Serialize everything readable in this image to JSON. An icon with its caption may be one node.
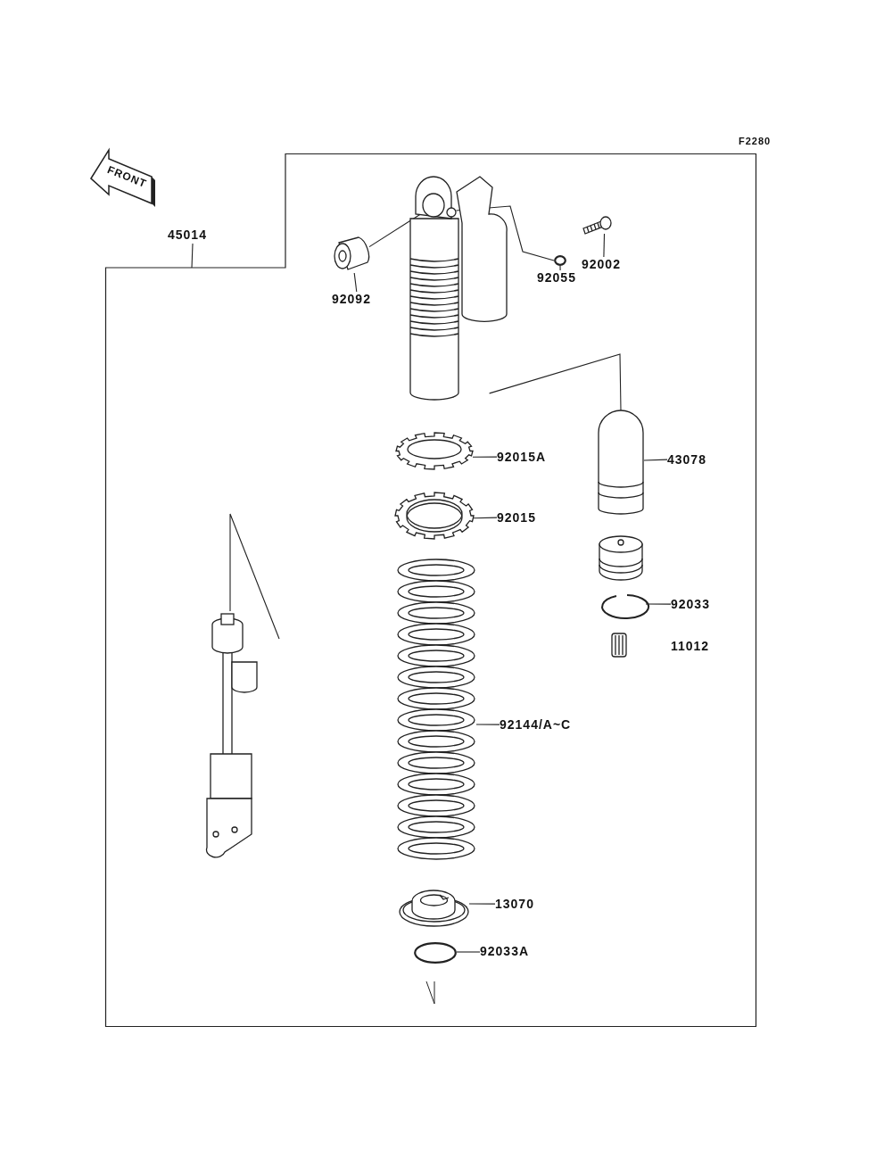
{
  "diagram": {
    "nodes": [
      {
        "text": [
          "45014"
        ]
      },
      {
        "text": [],
        "shape": "box"
      },
      {
        "text": [
          "92092"
        ],
        "in": 1
      },
      {
        "text": [],
        "shape": "picture",
        "in": 1
      },
      {
        "text": [
          "92055"
        ],
        "in": 1
      },
      {
        "text": [],
        "shape": "circle",
        "in": 1
      },
      {
        "text": [
          "92002"
        ],
        "in": 1
      },
      {
        "text": [],
        "shape": "picture",
        "in": 1
      },
      {
        "text": [],
        "shape": "picture",
        "in": 1
      },
      {
        "text": [
          "92015A"
        ],
        "in": 1
      },
      {
        "text": [],
        "shape": "picture",
        "in": 1
      },
      {
        "text": [
          "43078"
        ],
        "in": 1
      },
      {
        "text": [],
        "shape": "picture",
        "in": 1
      },
      {
        "text": [
          "92015"
        ],
        "in": 1
      },
      {
        "text": [],
        "shape": "picture",
        "in": 1
      },
      {
        "text": [
          "92033"
        ],
        "in": 1
      },
      {
        "text": [],
        "shape": "picture",
        "in": 1
      },
      {
        "text": [
          "92144/A~C"
        ],
        "in": 1
      },
      {
        "text": [],
        "shape": "picture",
        "in": 1
      },
      {
        "text": [
          "13070"
        ],
        "in": 1
      },
      {
        "text": [],
        "shape": "circle",
        "in": 1
      },
      {
        "text": [
          "92033A"
        ],
        "in": 1
      },
      {
        "text": [],
        "shape": "picture",
        "in": 1
      },
      {
        "text": [],
        "shape": "picture",
        "in": 1
      }
    ],
    "edges": [
      {
        "from": 0,
        "to": 1,
        "arrow": "none"
      },
      {
        "from": 2,
        "to": 3,
        "arrow": "none"
      },
      {
        "from": 4,
        "to": 5,
        "arrow": "none"
      },
      {
        "from": 6,
        "to": 7,
        "arrow": "none"
      },
      {
        "from": 9,
        "to": 8,
        "arrow": "none"
      },
      {
        "from": 11,
        "to": 12,
        "arrow": "none"
      },
      {
        "from": 13,
        "to": 10,
        "arrow": "none"
      },
      {
        "from": 15,
        "to": 14,
        "arrow": "none"
      },
      {
        "from": 17,
        "to": 16,
        "arrow": "none"
      },
      {
        "from": 19,
        "to": 18,
        "arrow": "none"
      },
      {
        "from": 21,
        "to": 20,
        "arrow": "none"
      },
      {
        "from": 3,
        "to": 22,
        "arrow": "none"
      },
      {
        "from": 5,
        "to": 22,
        "arrow": "none"
      },
      {
        "from": 22,
        "to": 12,
        "arrow": "none"
      },
      {
        "from": null,
        "to": 23,
        "arrow": "none"
      }
    ],
    "labels": [
      "F2280",
      "FRONT",
      "11012"
    ]
  }
}
